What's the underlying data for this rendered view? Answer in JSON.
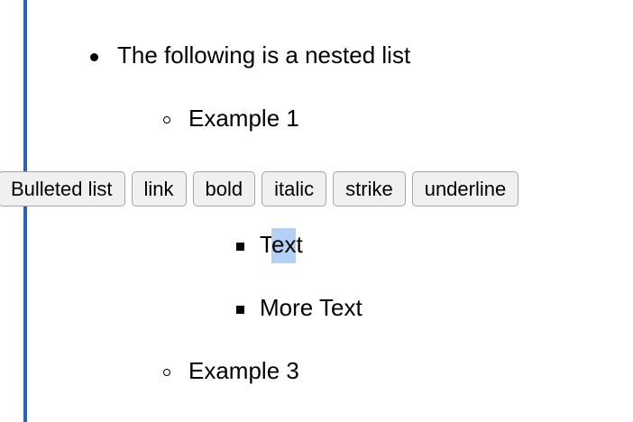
{
  "theme": {
    "page_background": "#ffffff",
    "text_color": "#000000",
    "left_rule_color": "#2a60c0",
    "selection_highlight_color": "#b3d1f7",
    "toolbar_button_background": "#f0f0f0",
    "toolbar_button_border": "#a6a6a6"
  },
  "document": {
    "left_rule_name": "blue-vertical-rule",
    "list": [
      {
        "level": 1,
        "marker": "filled-disc-bullet",
        "text": "The following is a nested list"
      },
      {
        "level": 2,
        "marker": "hollow-circle-bullet",
        "text": "Example 1"
      },
      {
        "level": 3,
        "marker": "filled-square-bullet",
        "text_before_selection": "T",
        "selected_text": "ex",
        "text_after_selection": "t",
        "full_text": "Text",
        "has_selection": true
      },
      {
        "level": 3,
        "marker": "filled-square-bullet",
        "text": "More Text"
      },
      {
        "level": 2,
        "marker": "hollow-circle-bullet",
        "text": "Example 3"
      }
    ]
  },
  "format_toolbar": {
    "buttons": [
      {
        "label": "Bulleted list",
        "name": "bulleted-list-button"
      },
      {
        "label": "link",
        "name": "link-button"
      },
      {
        "label": "bold",
        "name": "bold-button"
      },
      {
        "label": "italic",
        "name": "italic-button"
      },
      {
        "label": "strike",
        "name": "strike-button"
      },
      {
        "label": "underline",
        "name": "underline-button"
      }
    ]
  }
}
